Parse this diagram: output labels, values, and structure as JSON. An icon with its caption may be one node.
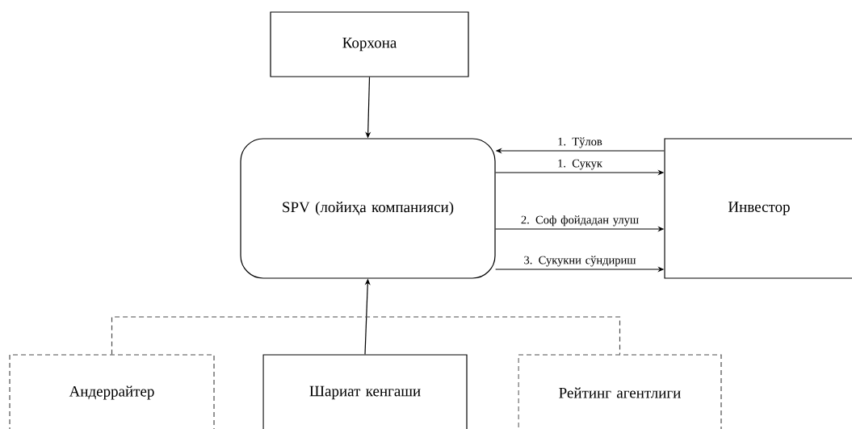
{
  "diagram": {
    "nodes": [
      {
        "text": [
          "Корхона"
        ]
      },
      {
        "text": [
          "SPV (лойиҳа компанияси)"
        ]
      },
      {
        "text": [
          "Инвестор"
        ]
      },
      {
        "text": [
          "Андеррайтер"
        ]
      },
      {
        "text": [
          "Шариат кенгаши"
        ]
      },
      {
        "text": [
          "Рейтинг агентлиги"
        ]
      }
    ],
    "edges": [
      {
        "from": 0,
        "to": 1,
        "arrow": "to"
      },
      {
        "from": 2,
        "to": 1,
        "arrow": "to",
        "label": "1. Тўлов"
      },
      {
        "from": 1,
        "to": 2,
        "arrow": "to",
        "label": "1. Сукук"
      },
      {
        "from": 1,
        "to": 2,
        "arrow": "to",
        "label": "2. Соф фойдадан улуш"
      },
      {
        "from": 1,
        "to": 2,
        "arrow": "to",
        "label": "3. Сукукни сўндириш"
      },
      {
        "from": 4,
        "to": 1,
        "arrow": "to"
      },
      {
        "from": 3,
        "to": 5,
        "arrow": "none",
        "style": "dashed"
      }
    ]
  }
}
